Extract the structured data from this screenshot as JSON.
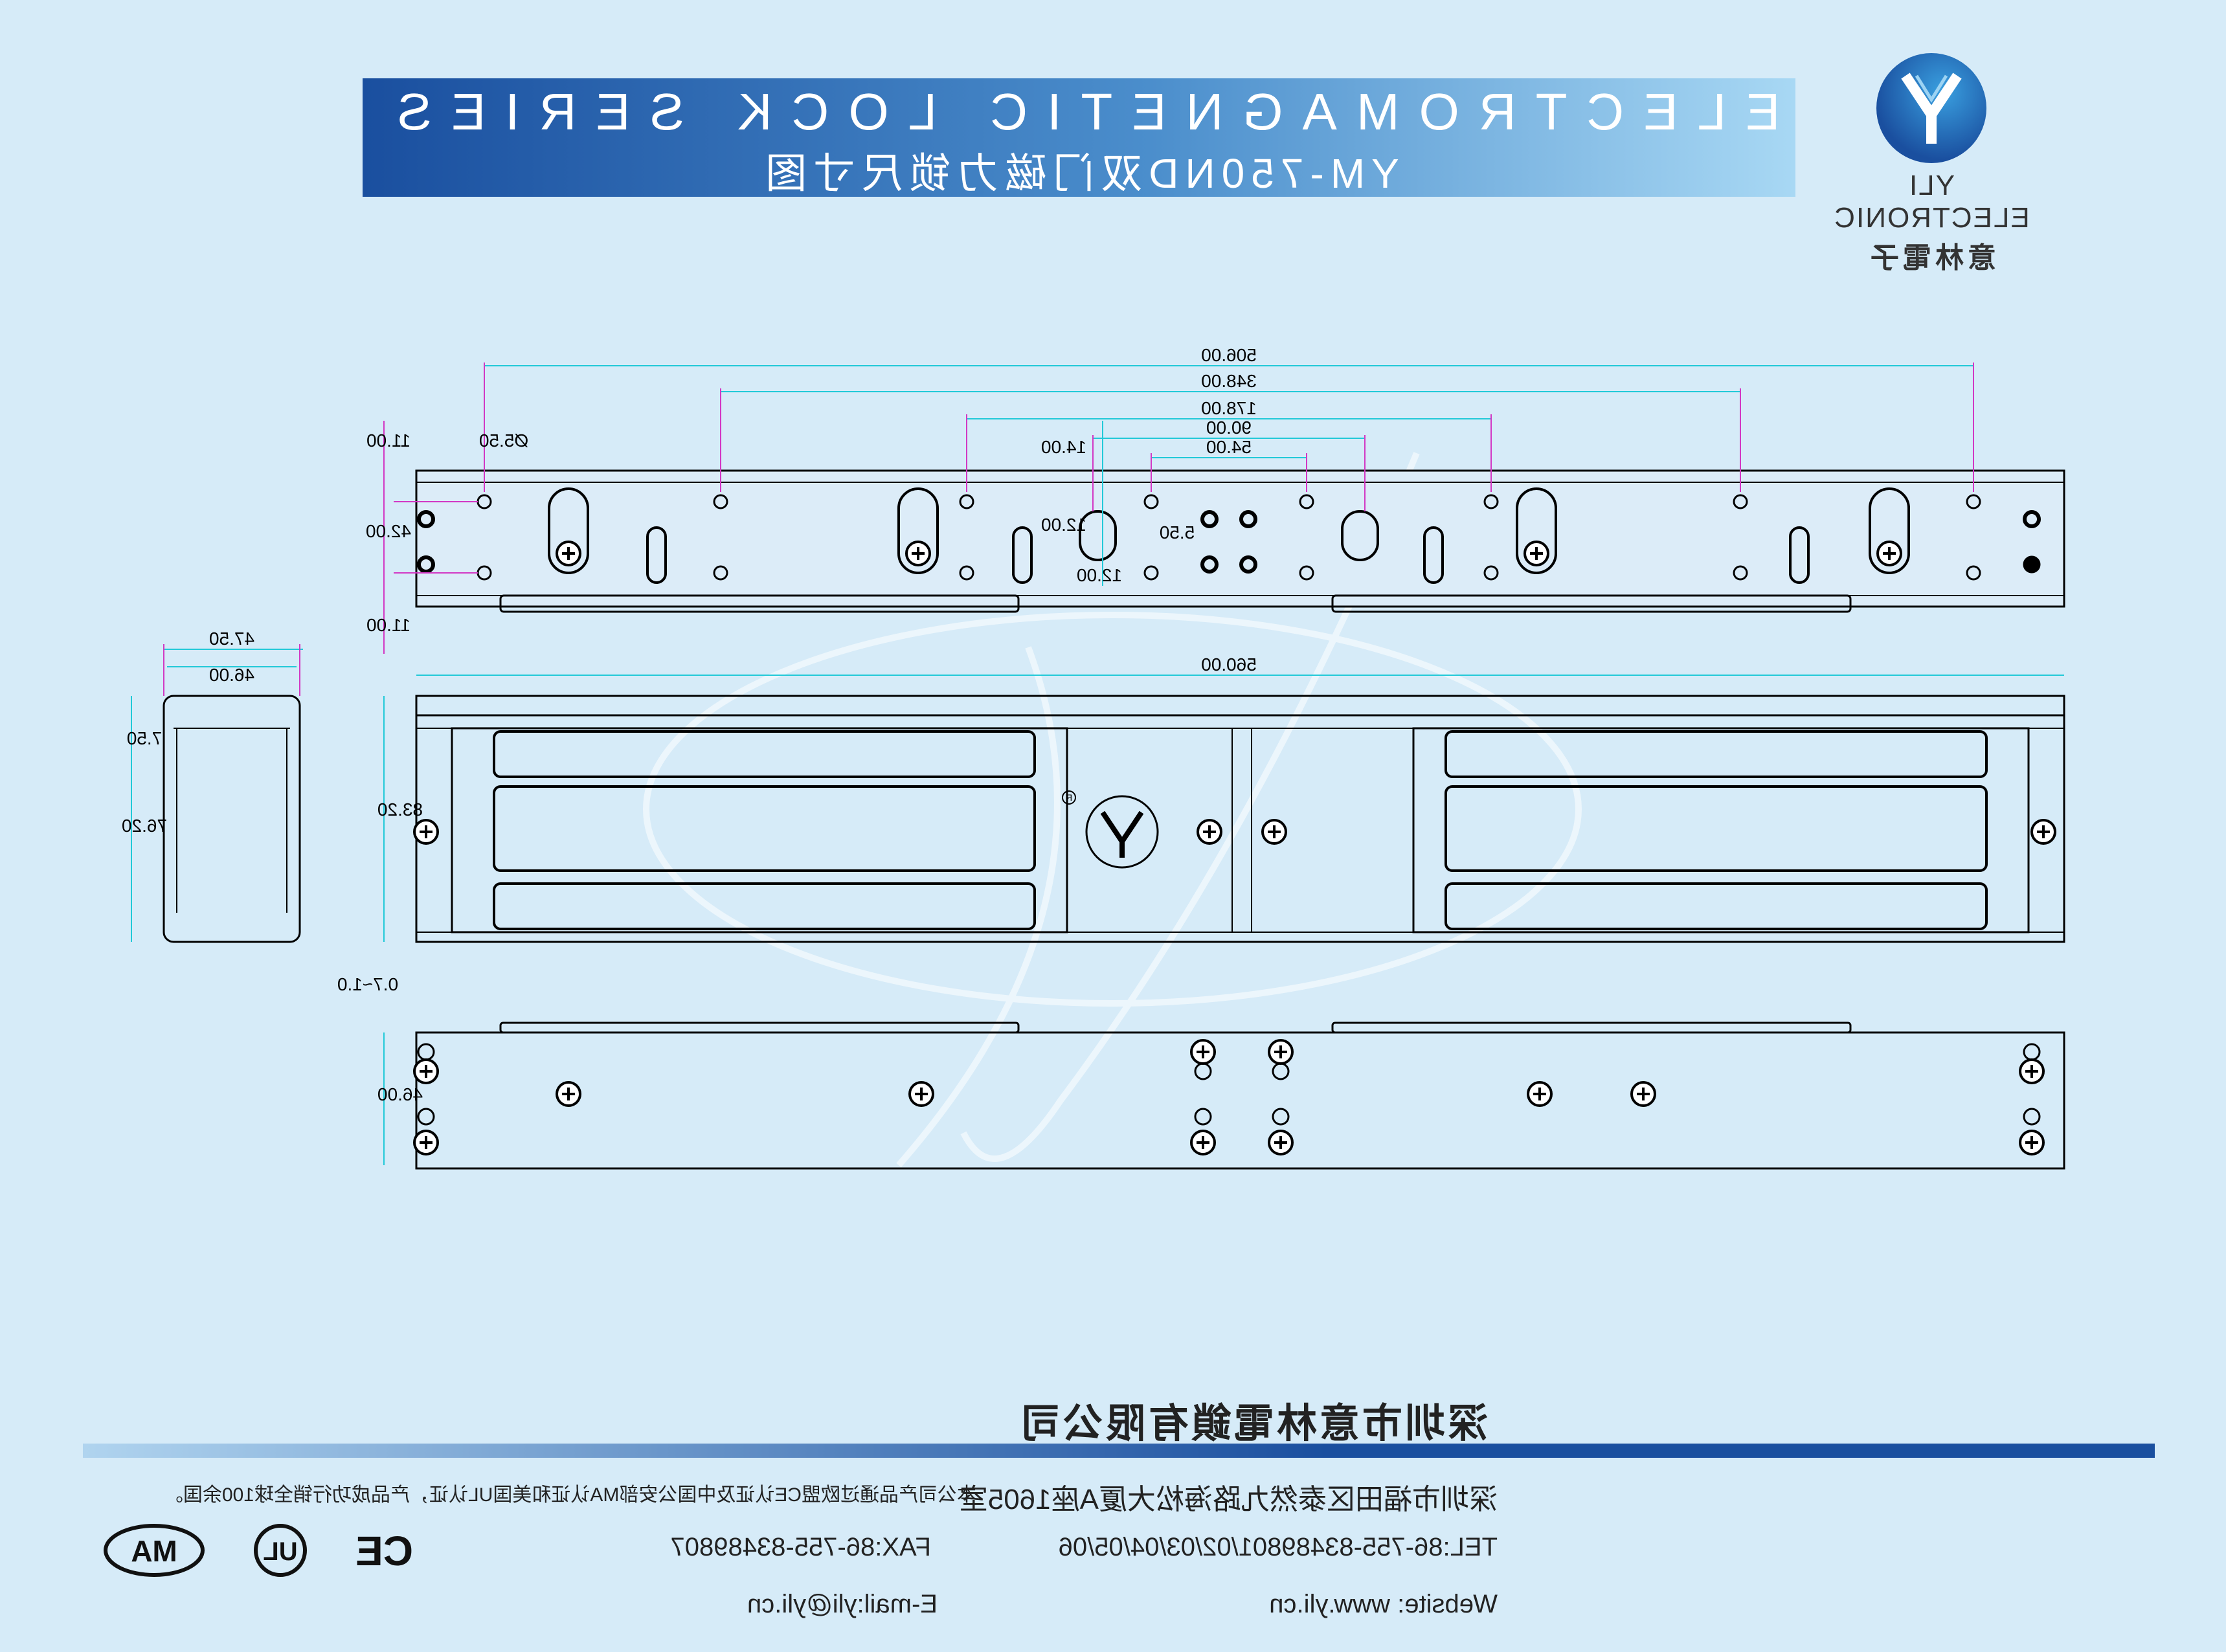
{
  "header": {
    "title_en": "ELECTROMAGNETIC LOCK SERIES",
    "title_cn": "YM-750ND双门磁力锁尺寸图"
  },
  "brand": {
    "name_en": "YLI ELECTRONIC",
    "name_cn": "意林電子",
    "logo_letter": "Y"
  },
  "drawing": {
    "top_view_dims": [
      "506.00",
      "348.00",
      "178.00",
      "90.00",
      "54.00",
      "Ø5.50",
      "14.00",
      "11.00",
      "42.00",
      "11.00",
      "12.00",
      "5.50",
      "12.00"
    ],
    "front_view_dims": [
      "560.00",
      "83.20"
    ],
    "side_view_dims": [
      "47.50",
      "46.00",
      "7.50",
      "76.20"
    ],
    "bottom_view_dims": [
      "0.7~1.0",
      "46.00"
    ],
    "center_logo": "Y",
    "registered_mark": "R"
  },
  "footer": {
    "company": "深圳市意林電鎖有限公司",
    "address": "深圳市福田区泰然九路海松大厦A座1605室",
    "notice": "本公司产品通过欧盟CE认证及中国公安部MA认证和美国UL认证，产品成功行销全球100余国。",
    "tel": "TEL:86-755-83489801/02/03/04/05/06",
    "fax": "FAX:86-755-83489807",
    "website": "Website: www.yli.cn",
    "email": "E-mail:yli@yli.cn",
    "certs": [
      "CE",
      "UL",
      "MA"
    ]
  }
}
